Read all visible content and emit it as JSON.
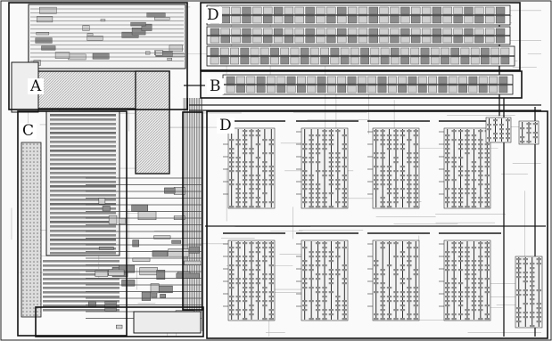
{
  "figure": {
    "regions": [
      {
        "id": "A",
        "label": "A"
      },
      {
        "id": "B",
        "label": "B"
      },
      {
        "id": "C",
        "label": "C"
      },
      {
        "id": "D-top",
        "label": "D"
      },
      {
        "id": "D-main",
        "label": "D"
      }
    ],
    "colors": {
      "ink": "#1a1a1a",
      "wire": "#3a3a3a",
      "fill_gray": "#8c8c8c",
      "fill_light": "#cfcfcf",
      "background": "#fafafa",
      "label_bg": "#ffffff"
    }
  }
}
